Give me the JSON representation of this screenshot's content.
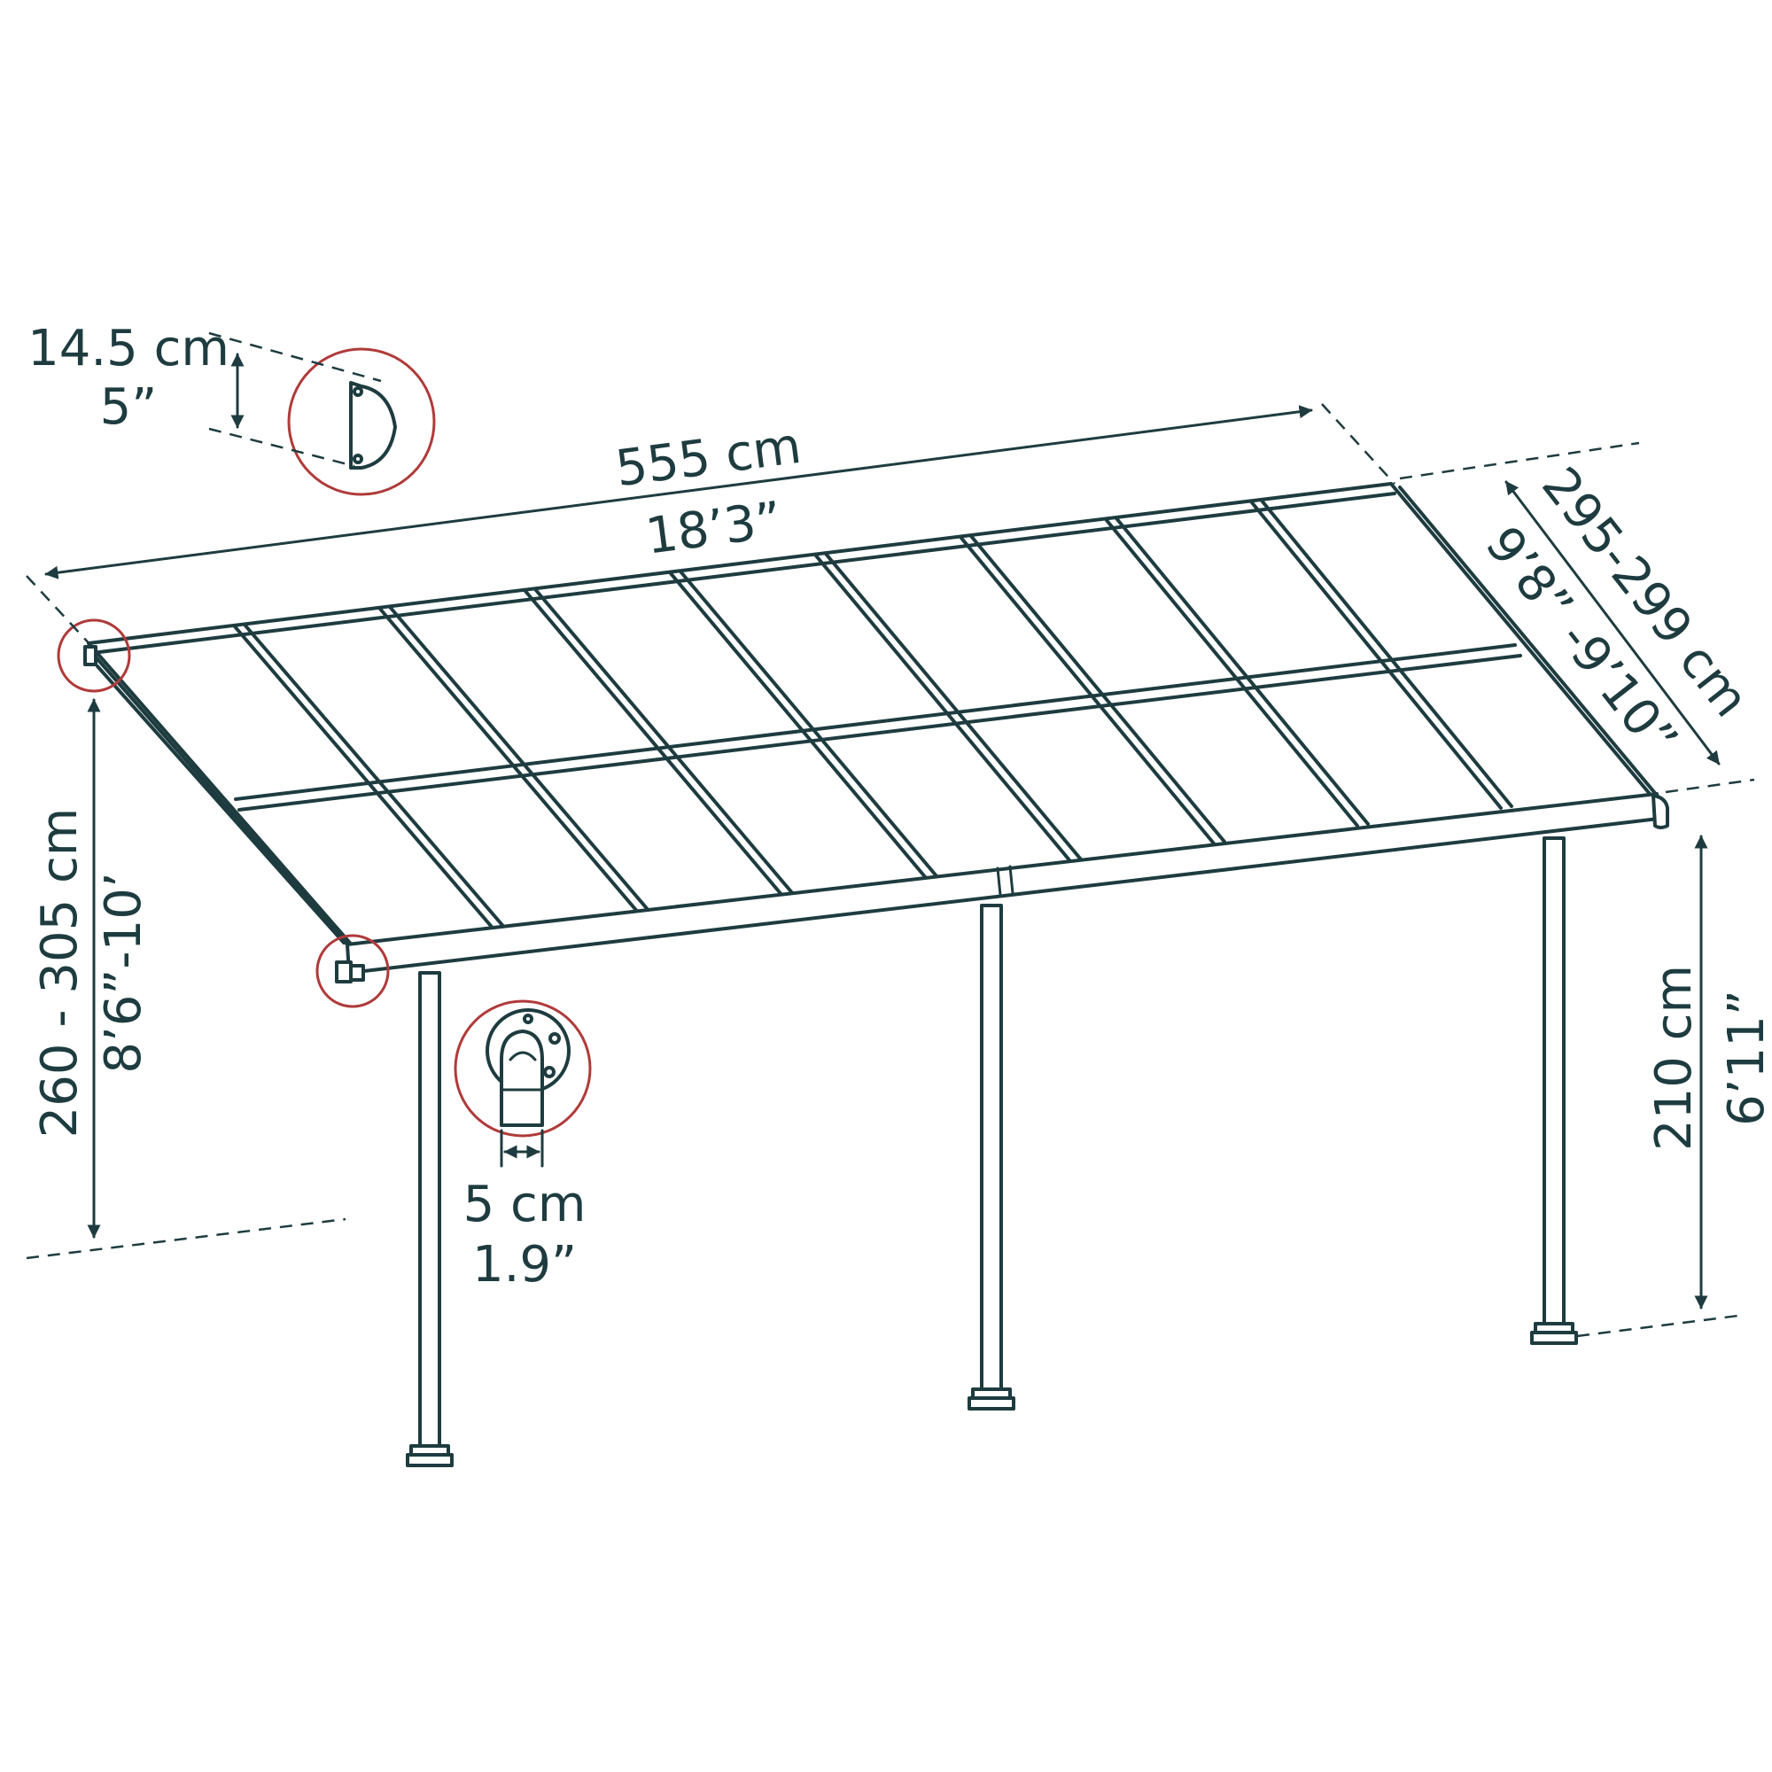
{
  "colors": {
    "line": "#1e3c3f",
    "callout": "#b03a3a",
    "background": "#ffffff"
  },
  "dimensions": {
    "gutter_height": {
      "metric": "14.5 cm",
      "imperial": "5”"
    },
    "width": {
      "metric": "555 cm",
      "imperial": "18’3”"
    },
    "depth": {
      "metric": "295-299 cm",
      "imperial": "9’8” -9’10”"
    },
    "wall_height": {
      "metric": "260 - 305 cm",
      "imperial": "8’6”-10’"
    },
    "post_height": {
      "metric": "210 cm",
      "imperial": "6’11”"
    },
    "downpipe_diameter": {
      "metric": "5 cm",
      "imperial": "1.9”"
    }
  }
}
